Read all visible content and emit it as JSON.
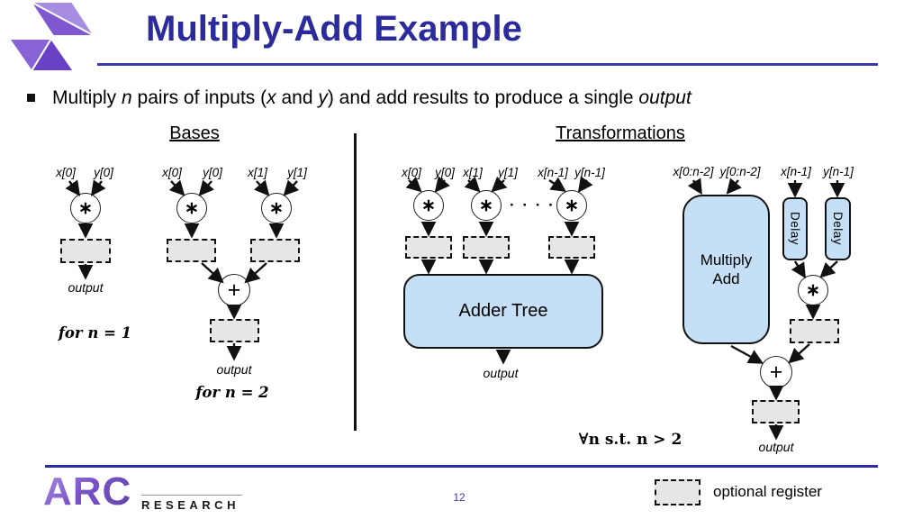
{
  "header": {
    "title": "Multiply-Add Example"
  },
  "bullet": {
    "segments": [
      "Multiply ",
      "n",
      " pairs of inputs (",
      "x",
      " and ",
      "y",
      ") and add results to produce a single ",
      "output"
    ]
  },
  "sections": {
    "bases": {
      "heading": "Bases",
      "n1": {
        "inputs": [
          "x[0]",
          "y[0]"
        ],
        "mul_symbol": "∗",
        "output_label": "output",
        "caption": "for n = 1"
      },
      "n2": {
        "inputs": [
          "x[0]",
          "y[0]",
          "x[1]",
          "y[1]"
        ],
        "mul_symbol": "∗",
        "add_symbol": "+",
        "output_label": "output",
        "caption": "for n = 2"
      }
    },
    "transformations": {
      "heading": "Transformations",
      "adder_tree": {
        "inputs": [
          "x[0]",
          "y[0]",
          "x[1]",
          "y[1]",
          "x[n-1]",
          "y[n-1]"
        ],
        "mul_symbol": "∗",
        "ellipsis": "· · · ·",
        "block_label": "Adder Tree",
        "output_label": "output",
        "condition": "∀n s.t. n > 2"
      },
      "multiply_add": {
        "inputs": [
          "x[0:n-2]",
          "y[0:n-2]",
          "x[n-1]",
          "y[n-1]"
        ],
        "block_label_line1": "Multiply",
        "block_label_line2": "Add",
        "delay_labels": [
          "Delay",
          "Delay"
        ],
        "mul_symbol": "∗",
        "add_symbol": "+",
        "output_label": "output"
      }
    }
  },
  "legend": {
    "label": "optional register"
  },
  "footer": {
    "logo_primary": "ARC",
    "logo_secondary": "RESEARCH",
    "page_number": "12"
  },
  "colors": {
    "title_blue": "#2B2B9C",
    "accent_rule": "#3A3AAC",
    "footer_rule": "#2B2BA0",
    "block_fill": "#C5E0F6",
    "register_fill": "#E6E6E6",
    "logo_purple": "#7B55C8"
  }
}
